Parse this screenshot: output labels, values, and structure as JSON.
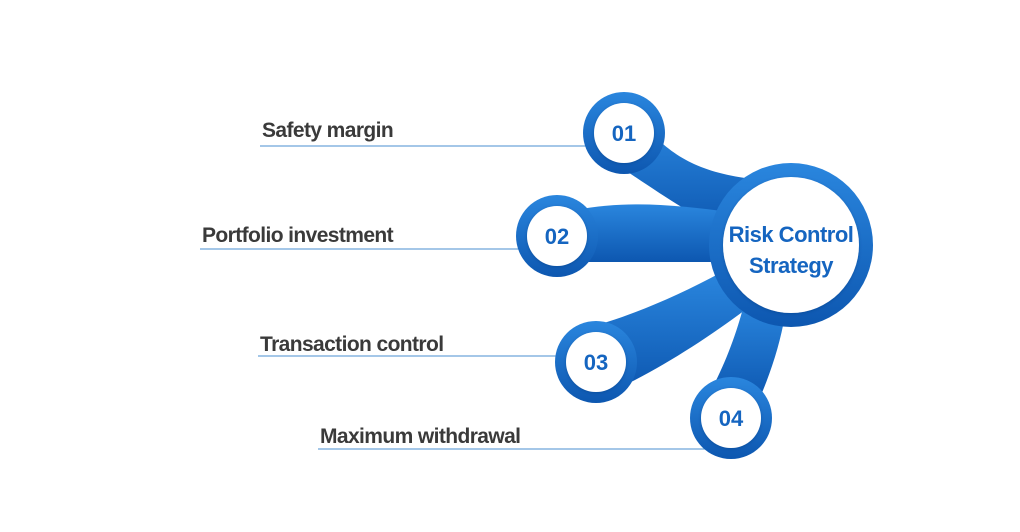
{
  "center": {
    "line1": "Risk Control",
    "line2": "Strategy"
  },
  "items": [
    {
      "number": "01",
      "label": "Safety margin"
    },
    {
      "number": "02",
      "label": "Portfolio investment"
    },
    {
      "number": "03",
      "label": "Transaction control"
    },
    {
      "number": "04",
      "label": "Maximum withdrawal"
    }
  ],
  "colors": {
    "primary": "#1565c0",
    "primary_light": "#2a86de",
    "underline": "#4a8fd0",
    "label": "#3a3a3a"
  }
}
